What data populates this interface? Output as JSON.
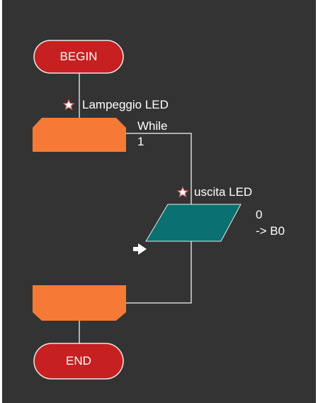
{
  "flowchart": {
    "begin_label": "BEGIN",
    "end_label": "END",
    "loop_block": {
      "comment": "Lampeggio LED",
      "type_label": "While",
      "condition": "1"
    },
    "output_block": {
      "comment": "uscita LED",
      "value": "0",
      "target": "-> B0"
    }
  },
  "colors": {
    "background": "#333333",
    "terminal_fill": "#c62020",
    "terminal_stroke": "#e8e8e8",
    "loop_fill": "#f47a36",
    "output_fill": "#0a7070",
    "connector": "#d8d8d8",
    "star": "#e05a5a"
  },
  "icons": {
    "comment_marker": "star-icon",
    "cursor_marker": "arrow-right-icon"
  }
}
